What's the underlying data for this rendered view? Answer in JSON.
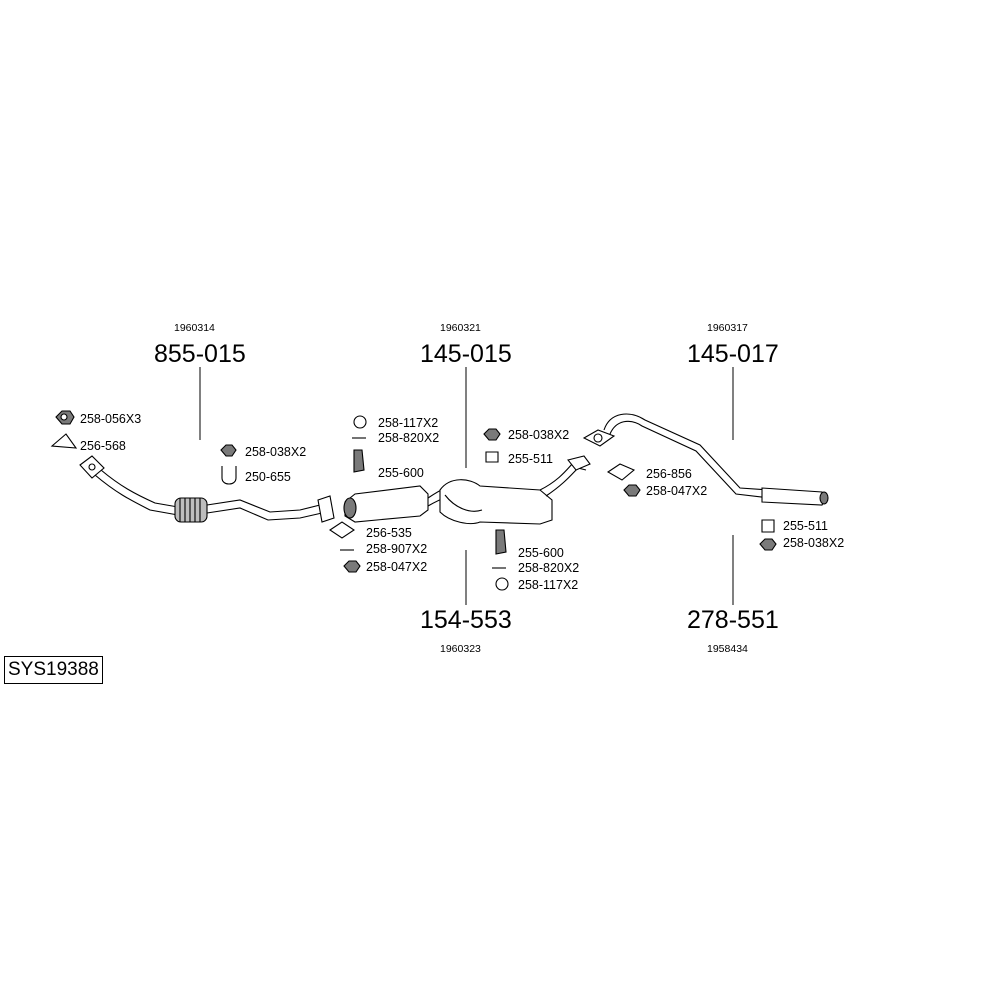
{
  "system_id": "SYS19388",
  "parts": [
    {
      "number": "855-015",
      "ref": "1960314"
    },
    {
      "number": "145-015",
      "ref": "1960321"
    },
    {
      "number": "145-017",
      "ref": "1960317"
    },
    {
      "number": "154-553",
      "ref": "1960323"
    },
    {
      "number": "278-551",
      "ref": "1958434"
    }
  ],
  "accessories": {
    "front": [
      "258-056X3",
      "256-568",
      "258-038X2",
      "250-655"
    ],
    "mid_upper": [
      "258-117X2",
      "258-820X2",
      "255-600"
    ],
    "mid_lower": [
      "256-535",
      "258-907X2",
      "258-047X2"
    ],
    "center_upper": [
      "258-038X2",
      "255-511"
    ],
    "center_lower": [
      "255-600",
      "258-820X2",
      "258-117X2"
    ],
    "rear_upper": [
      "256-856",
      "258-047X2"
    ],
    "rear_lower": [
      "255-511",
      "258-038X2"
    ]
  },
  "icons": {
    "hex_nut": "hex-nut-icon",
    "gasket": "triangular-gasket-icon",
    "u_bolt": "u-bolt-clamp-icon",
    "flange_nut": "flange-nut-icon",
    "ring_gasket": "ring-gasket-icon",
    "bolt": "bolt-icon",
    "bracket": "mounting-bracket-icon",
    "rubber_hanger": "rubber-hanger-icon"
  }
}
